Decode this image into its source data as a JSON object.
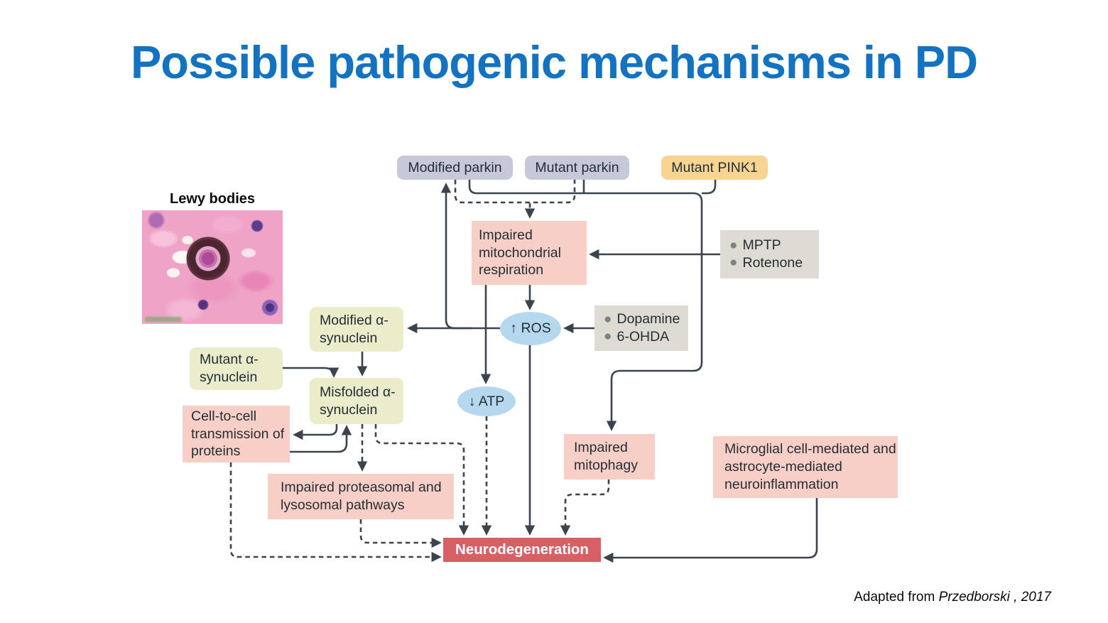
{
  "title": "Possible pathogenic mechanisms in PD",
  "lewy": {
    "label": "Lewy bodies"
  },
  "nodes": {
    "modified_parkin": {
      "label": "Modified parkin"
    },
    "mutant_parkin": {
      "label": "Mutant parkin"
    },
    "mutant_pink1": {
      "label": "Mutant PINK1"
    },
    "impaired_mito_respiration": {
      "label": "Impaired mitochondrial respiration"
    },
    "mptp_rotenone": {
      "items": [
        "MPTP",
        "Rotenone"
      ]
    },
    "modified_asyn": {
      "label": "Modified α-synuclein"
    },
    "ros": {
      "label": "↑ ROS"
    },
    "dopamine_6ohda": {
      "items": [
        "Dopamine",
        "6-OHDA"
      ]
    },
    "mutant_asyn": {
      "label": "Mutant α-synuclein"
    },
    "misfolded_asyn": {
      "label": "Misfolded α-synuclein"
    },
    "atp": {
      "label": "↓ ATP"
    },
    "cell_to_cell": {
      "label": "Cell-to-cell transmission of proteins"
    },
    "impaired_proteasomal": {
      "label": "Impaired proteasomal and lysosomal pathways"
    },
    "impaired_mitophagy": {
      "label": "Impaired mitophagy"
    },
    "microglial": {
      "label": "Microglial cell-mediated and astrocyte-mediated neuroinflammation"
    },
    "neurodegeneration": {
      "label": "Neurodegeneration"
    }
  },
  "citation": {
    "prefix": "Adapted from ",
    "source": "Przedborski , 2017"
  },
  "colors": {
    "title_blue": "#1373c0",
    "parkin_lavender": "#c7c8da",
    "pink1_orange": "#f8d492",
    "synuclein_green": "#eaecca",
    "toxin_gray": "#dedcd2",
    "impairment_pink": "#f8cfc6",
    "metabolite_blue": "#b5d8ee",
    "neurodegeneration_red": "#d85f63",
    "connector_dark": "#3b444c"
  }
}
